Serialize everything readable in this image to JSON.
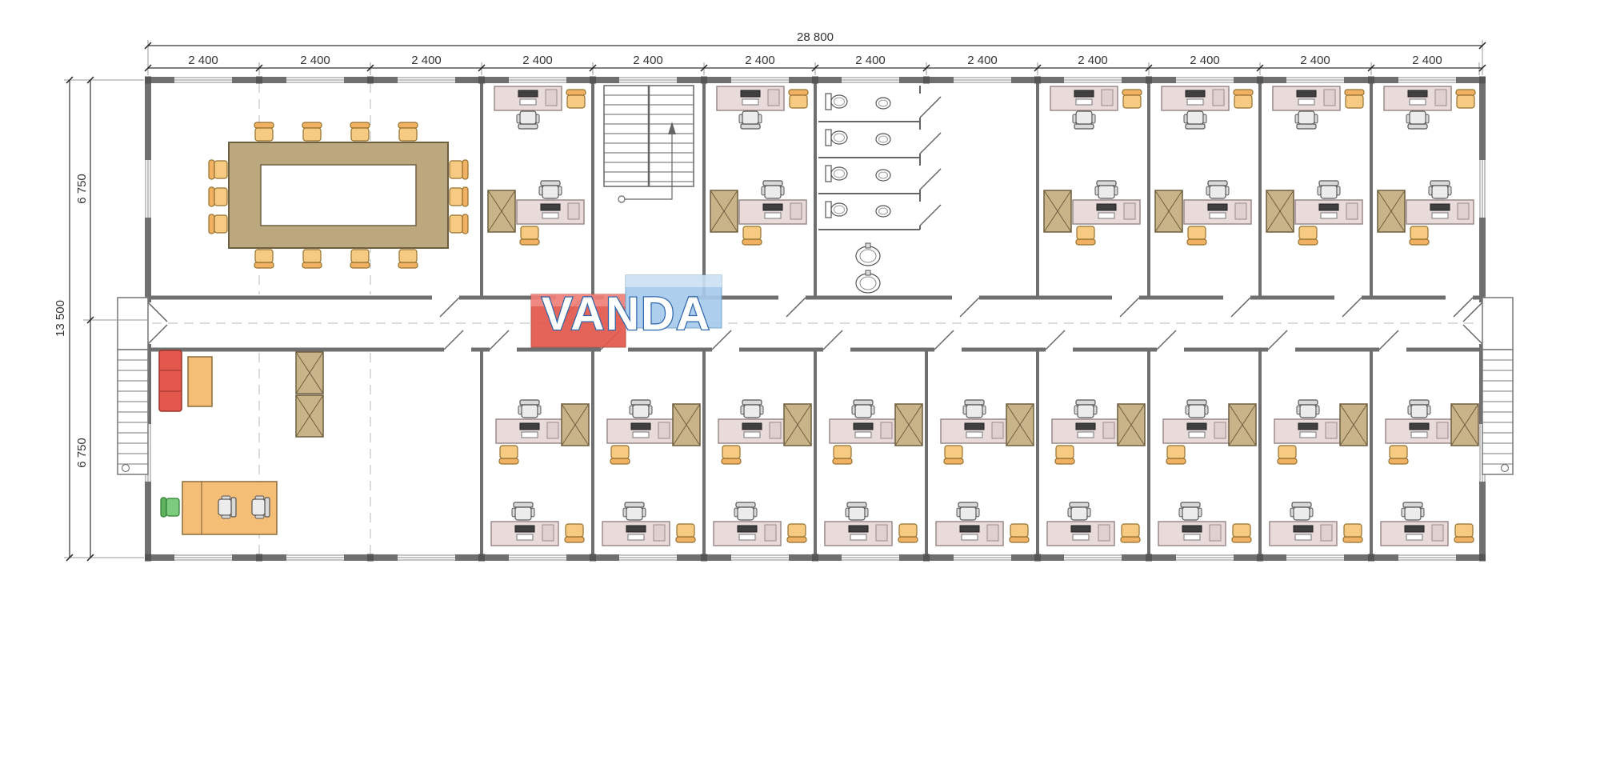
{
  "watermark": {
    "text": "VANDA"
  },
  "dimensions": {
    "overall_width": "28 800",
    "bay": "2 400",
    "bay_count": 12,
    "overall_height": "13 500",
    "half_height": "6 750"
  },
  "colors": {
    "wall": "#6f6f6f",
    "desk": "#EADBDB",
    "chair_orange": "#F7CA82",
    "cabinet_wood": "#C9B389",
    "table_wood": "#BCA87E",
    "sofa_red": "#E2584C",
    "coffee_table": "#F5BE76",
    "chair_green": "#7DCC7D",
    "logo_red": "#E2574C",
    "logo_red_top": "#EF8078",
    "logo_blue": "#A8CAEC",
    "logo_blue_top": "#CBE1F5",
    "logo_outline": "#1D5BA8"
  }
}
